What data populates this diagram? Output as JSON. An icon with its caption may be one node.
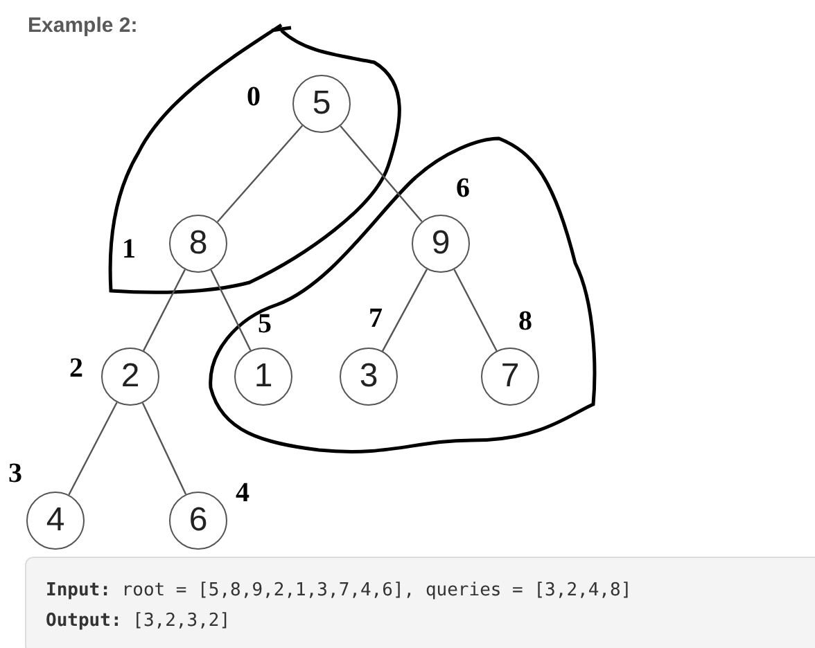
{
  "diagram": {
    "title": "Example 2:",
    "nodes": [
      {
        "text": [
          "5"
        ],
        "beside": [
          "0"
        ]
      },
      {
        "text": [
          "8"
        ],
        "beside": [
          "1"
        ]
      },
      {
        "text": [
          "9"
        ],
        "beside": [
          "6"
        ]
      },
      {
        "text": [
          "2"
        ],
        "beside": [
          "2"
        ]
      },
      {
        "text": [
          "1"
        ],
        "beside": [
          "5"
        ]
      },
      {
        "text": [
          "3"
        ],
        "beside": [
          "7"
        ]
      },
      {
        "text": [
          "7"
        ],
        "beside": [
          "8"
        ]
      },
      {
        "text": [
          "4"
        ],
        "beside": [
          "3"
        ]
      },
      {
        "text": [
          "6"
        ],
        "beside": [
          "4"
        ]
      }
    ],
    "edges": [
      {
        "from": 0,
        "to": 1,
        "arrow": "none"
      },
      {
        "from": 0,
        "to": 2,
        "arrow": "none"
      },
      {
        "from": 1,
        "to": 3,
        "arrow": "none"
      },
      {
        "from": 1,
        "to": 4,
        "arrow": "none"
      },
      {
        "from": 2,
        "to": 5,
        "arrow": "none"
      },
      {
        "from": 2,
        "to": 6,
        "arrow": "none"
      },
      {
        "from": 3,
        "to": 7,
        "arrow": "none"
      },
      {
        "from": 3,
        "to": 8,
        "arrow": "none"
      }
    ],
    "labels": [
      "**Input:** root = [5,8,9,2,1,3,7,4,6], queries = [3,2,4,8]",
      "**Output:** [3,2,3,2]"
    ]
  }
}
